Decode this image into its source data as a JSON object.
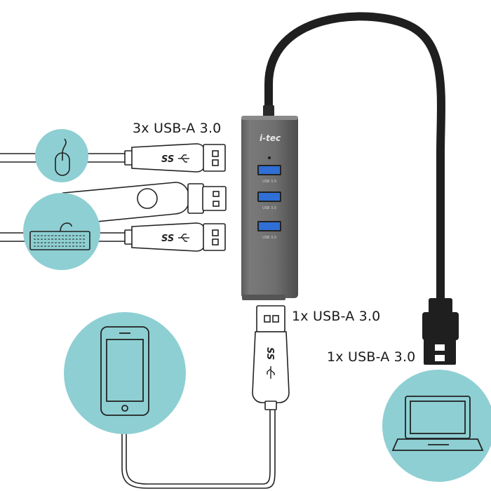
{
  "labels": {
    "top_ports": "3x USB-A 3.0",
    "bottom_port": "1x USB-A 3.0",
    "cable_plug": "1x USB-A 3.0"
  },
  "hub": {
    "brand": "i-tec",
    "port_text": "USB 3.0",
    "port_count": 3
  },
  "plug_badge": "SS",
  "colors": {
    "circle_fill": "#8ecfd3",
    "outline": "#222222",
    "hub_body": "#6b6b6b",
    "port_blue": "#2f6fd6",
    "cable": "#1f1f1f"
  },
  "icons": [
    "mouse-icon",
    "keyboard-icon",
    "usb-flash-drive-icon",
    "smartphone-icon",
    "laptop-icon"
  ]
}
